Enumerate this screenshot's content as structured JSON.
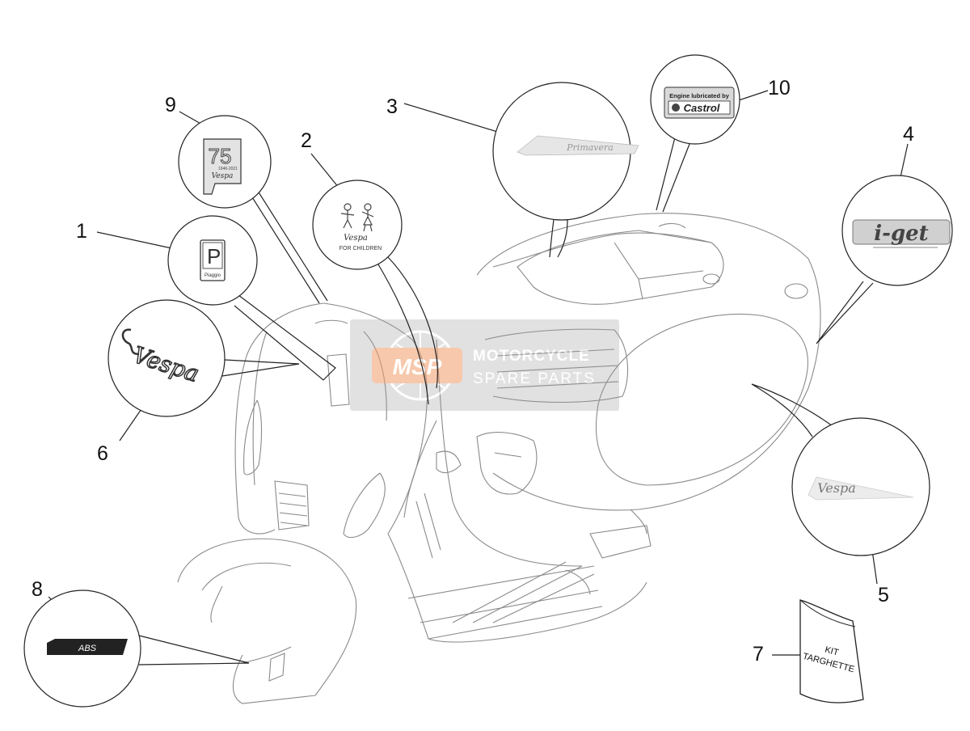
{
  "diagram": {
    "callouts": [
      {
        "id": "1",
        "label": "1"
      },
      {
        "id": "2",
        "label": "2"
      },
      {
        "id": "3",
        "label": "3"
      },
      {
        "id": "4",
        "label": "4"
      },
      {
        "id": "5",
        "label": "5"
      },
      {
        "id": "6",
        "label": "6"
      },
      {
        "id": "7",
        "label": "7"
      },
      {
        "id": "8",
        "label": "8"
      },
      {
        "id": "9",
        "label": "9"
      },
      {
        "id": "10",
        "label": "10"
      }
    ],
    "badges": {
      "piaggio_text": "Piaggio",
      "anniversary_number": "75",
      "anniversary_years": "1946-2021",
      "vespa_script": "Vespa",
      "children_text": "FOR CHILDREN",
      "primavera_text": "Primavera",
      "castrol_top": "Engine lubricated by",
      "castrol_brand": "Castrol",
      "iget_text": "i-get",
      "abs_text": "ABS",
      "kit_line1": "KIT",
      "kit_line2": "TARGHETTE"
    },
    "watermark": {
      "logo": "MSP",
      "line1": "MOTORCYCLE",
      "line2": "SPARE PARTS"
    }
  },
  "colors": {
    "line": "#222222",
    "scooter": "#8a8a8a",
    "watermark_orange": "#f0a070",
    "watermark_grey": "#a0a0a0"
  }
}
